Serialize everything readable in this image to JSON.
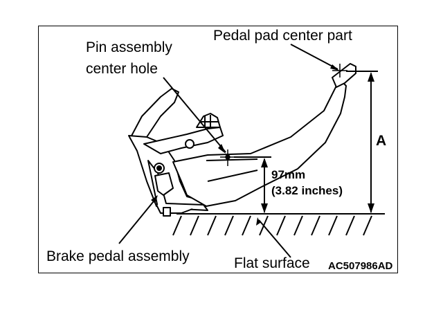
{
  "labels": {
    "pedal_pad": "Pedal pad center part",
    "pin_line1": "Pin assembly",
    "pin_line2": "center hole",
    "dimension_mm": "97mm",
    "dimension_in": "(3.82 inches)",
    "dimension_a": "A",
    "brake_pedal": "Brake pedal assembly",
    "flat_surface": "Flat surface",
    "figure_code": "AC507986AD"
  }
}
